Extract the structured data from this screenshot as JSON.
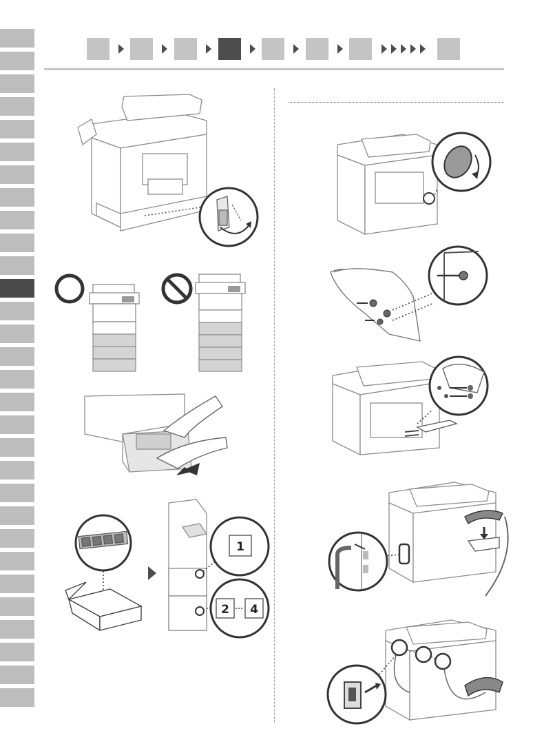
{
  "sidebar": {
    "tab_count": 30,
    "active_index": 11
  },
  "steps": {
    "count_boxes": 8,
    "active_index": 3,
    "trailing_arrows": 5
  },
  "labels": {
    "slot_first": "1",
    "slot_second": "2",
    "slot_third": "4"
  },
  "colors": {
    "tab": "#bdbdbd",
    "tab_active": "#4a4a4a",
    "step": "#c4c4c4",
    "step_active": "#4d4d4d",
    "line": "#8c8c8c"
  }
}
